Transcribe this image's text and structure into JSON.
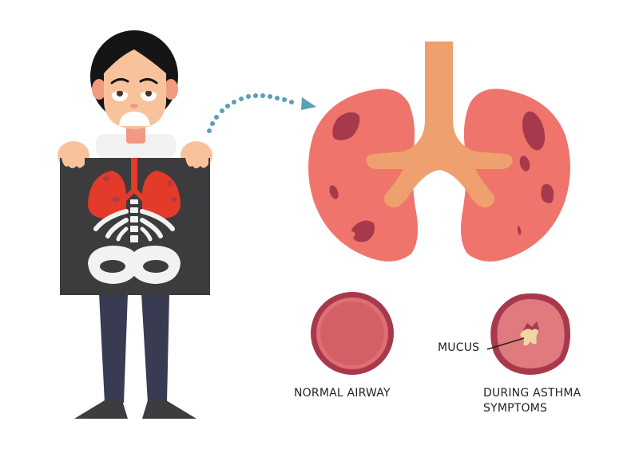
{
  "illustration": {
    "title": "Asthma X-ray illustration",
    "colors": {
      "lung": "#ef756c",
      "lung_spot": "#a63a4c",
      "trachea": "#eea06e",
      "xray_bg": "#3c3b3d",
      "xray_lung": "#e43a2a",
      "bone": "#f2f2f2",
      "arrow": "#5aa0b4",
      "airway_outer": "#a8394d",
      "airway_inner": "#d45f66",
      "mucus": "#f1d5a2",
      "skin": "#f8c39c",
      "hair": "#151515",
      "pants": "#383b52",
      "shoes": "#3e3c3e"
    }
  },
  "labels": {
    "normal_airway": "NORMAL AIRWAY",
    "asthma_line1": "DURING ASTHMA",
    "asthma_line2": "SYMPTOMS",
    "mucus": "MUCUS"
  }
}
